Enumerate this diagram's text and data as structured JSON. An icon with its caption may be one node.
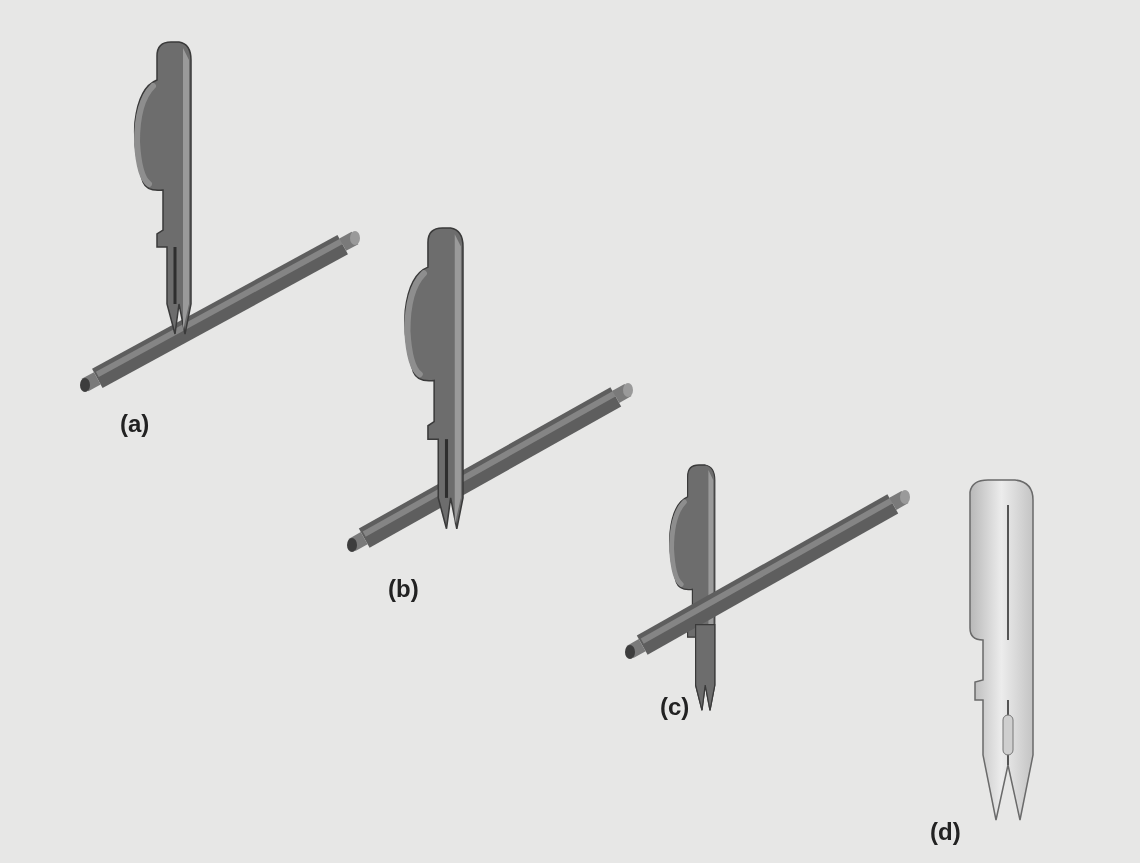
{
  "diagram": {
    "labels": [
      "(a)",
      "(b)",
      "(c)",
      "(d)"
    ]
  }
}
